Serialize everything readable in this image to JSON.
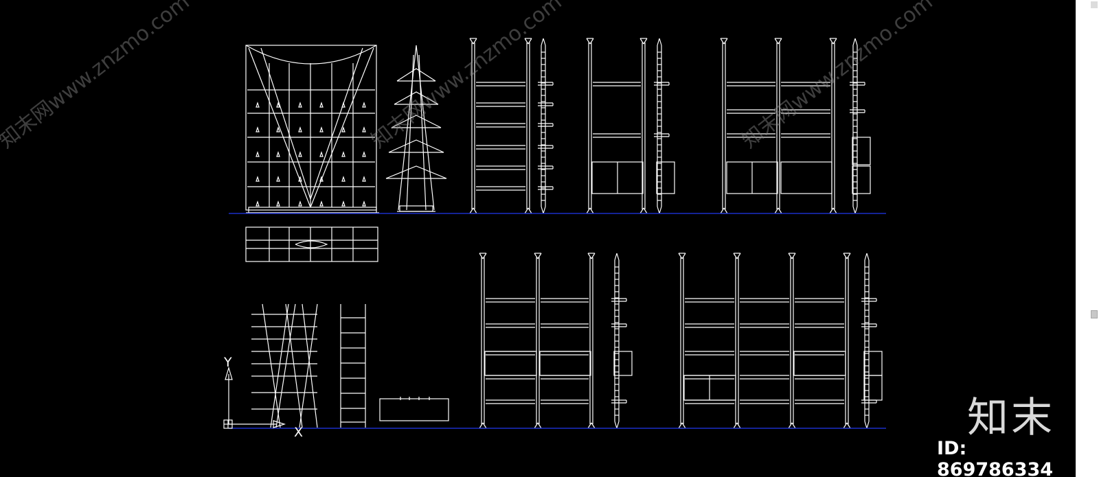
{
  "viewport": {
    "background": "#000000",
    "line_color": "#ffffff",
    "ground_line_color": "#1a2fc8"
  },
  "ucs_icon": {
    "x_label": "X",
    "y_label": "Y"
  },
  "watermarks": [
    "知末网www.znzmo.com",
    "知末网www.znzmo.com",
    "知末网www.znzmo.com"
  ],
  "brand": {
    "logo_text": "知末",
    "id_text": "ID: 869786334"
  },
  "icons": [
    "ucs-axis-icon"
  ]
}
